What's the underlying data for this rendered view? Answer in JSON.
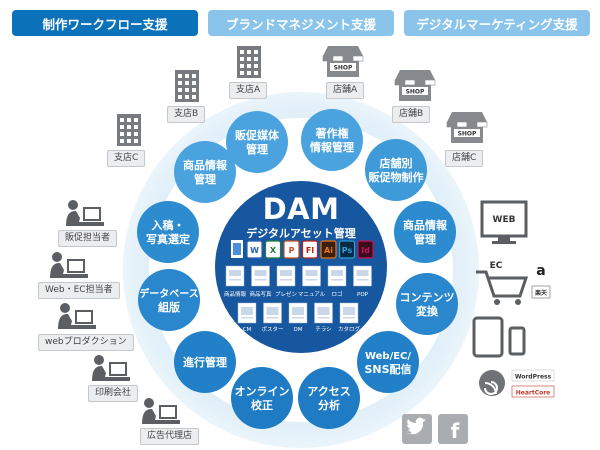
{
  "tabs": [
    "制作ワークフロー支援",
    "ブランドマネジメント支援",
    "デジタルマーケティング支援"
  ],
  "center": {
    "title": "DAM",
    "subtitle": "デジタルアセット管理",
    "apps": [
      "W",
      "X",
      "P",
      "Fl",
      "Ai",
      "Ps",
      "Id"
    ],
    "doc_row1": [
      "商品情報",
      "商品写真",
      "プレゼン",
      "マニュアル",
      "ロゴ",
      "POP"
    ],
    "doc_row2": [
      "CM",
      "ポスター",
      "DM",
      "チラシ",
      "カタログ"
    ]
  },
  "services": [
    "販促媒体\n管理",
    "著作権\n情報管理",
    "店舗別\n販促物制作",
    "商品情報\n管理",
    "コンテンツ\n変換",
    "Web/EC/\nSNS配信",
    "アクセス\n分析",
    "オンライン\n校正",
    "進行管理",
    "データベース\n組版",
    "入稿・\n写真選定",
    "商品情報\n管理"
  ],
  "branches": [
    "支店A",
    "支店B",
    "支店C"
  ],
  "stores": [
    "店舗A",
    "店舗B",
    "店舗C"
  ],
  "store_sign": "SHOP",
  "workers": [
    "販促担当者",
    "Web・EC担当者",
    "webプロダクション",
    "印刷会社",
    "広告代理店"
  ],
  "digital": {
    "web": "WEB",
    "ec": "EC",
    "amazon": "a",
    "rakuten": "楽天",
    "wordpress": "WordPress",
    "heartcore": "HeartCore",
    "twitter_icon": "twitter-icon",
    "facebook": "f"
  }
}
